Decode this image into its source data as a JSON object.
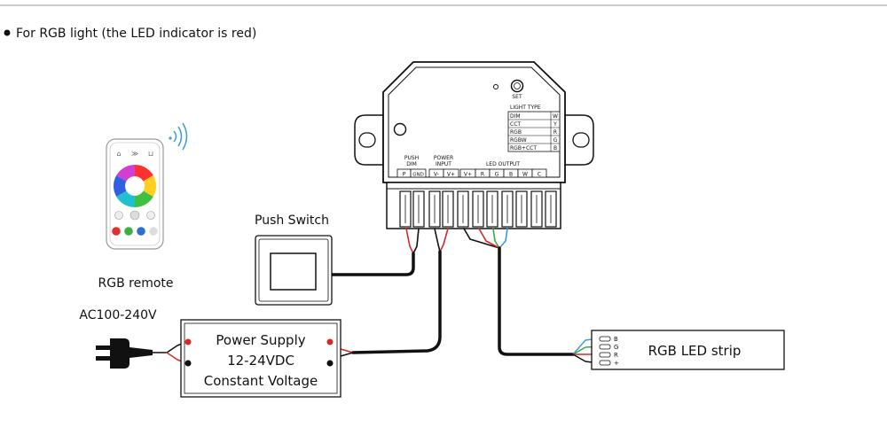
{
  "heading": "For RGB light (the LED indicator is red)",
  "controller": {
    "set_label": "SET",
    "light_type_title": "LIGHT TYPE",
    "light_types": [
      {
        "name": "DIM",
        "code": "W"
      },
      {
        "name": "CCT",
        "code": "Y"
      },
      {
        "name": "RGB",
        "code": "R"
      },
      {
        "name": "RGBW",
        "code": "G"
      },
      {
        "name": "RGB+CCT",
        "code": "B"
      }
    ],
    "push_dim_label_1": "PUSH",
    "push_dim_label_2": "DIM",
    "power_input_label_1": "POWER",
    "power_input_label_2": "INPUT",
    "led_output_label": "LED OUTPUT",
    "terminals": [
      "P",
      "GND",
      "V-",
      "V+",
      "V+",
      "R",
      "G",
      "B",
      "W",
      "C"
    ]
  },
  "remote": {
    "label": "RGB remote"
  },
  "push_switch": {
    "label": "Push Switch"
  },
  "mains": {
    "label": "AC100-240V"
  },
  "power_supply": {
    "line1": "Power Supply",
    "line2": "12-24VDC",
    "line3": "Constant Voltage"
  },
  "led_strip": {
    "label": "RGB LED strip",
    "pins": [
      "B",
      "G",
      "R",
      "+"
    ]
  },
  "colors": {
    "red_wire": "#d42a2a",
    "green_wire": "#3aa84a",
    "blue_wire": "#3a9ad9",
    "dark": "#111111"
  }
}
